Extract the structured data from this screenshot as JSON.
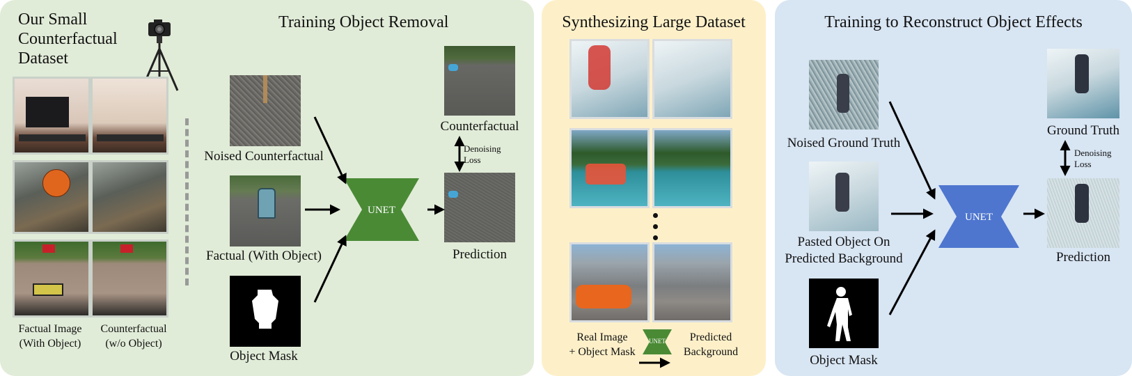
{
  "panel1": {
    "dataset_title": "Our Small Counterfactual Dataset",
    "dataset_title_lines": [
      "Our Small",
      "Counterfactual",
      "Dataset"
    ],
    "training_title": "Training Object Removal",
    "caption_factual_lines": [
      "Factual Image",
      "(With Object)"
    ],
    "caption_counterfactual_lines": [
      "Counterfactual",
      "(w/o Object)"
    ],
    "label_noised": "Noised Counterfactual",
    "label_factual": "Factual (With Object)",
    "label_mask": "Object Mask",
    "label_counterfactual": "Counterfactual",
    "label_prediction": "Prediction",
    "loss_lines": [
      "Denoising",
      "Loss"
    ],
    "unet": "UNET"
  },
  "panel2": {
    "title": "Synthesizing Large Dataset",
    "caption_left_lines": [
      "Real Image",
      "+ Object Mask"
    ],
    "caption_right_lines": [
      "Predicted",
      "Background"
    ],
    "unet": "UNET"
  },
  "panel3": {
    "title": "Training to Reconstruct Object Effects",
    "label_noised": "Noised Ground Truth",
    "label_pasted_lines": [
      "Pasted Object On",
      "Predicted Background"
    ],
    "label_mask": "Object Mask",
    "label_ground_truth": "Ground Truth",
    "label_prediction": "Prediction",
    "loss_lines": [
      "Denoising",
      "Loss"
    ],
    "unet": "UNET"
  },
  "colors": {
    "panel1_bg": "#e1ecd8",
    "panel2_bg": "#fdf0c9",
    "panel3_bg": "#d8e5f3",
    "unet_green": "#4a8a35",
    "unet_blue": "#4e76cf"
  }
}
